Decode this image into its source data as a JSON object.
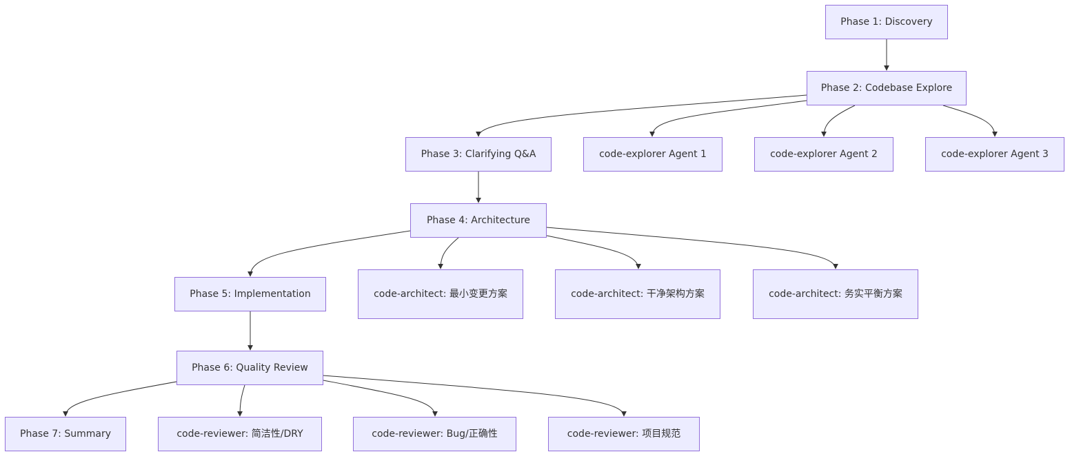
{
  "diagram": {
    "type": "flowchart",
    "colors": {
      "node_fill": "#ececff",
      "node_border": "#9370db",
      "edge": "#333333",
      "text": "#333333"
    },
    "nodes": {
      "p1": "Phase 1: Discovery",
      "p2": "Phase 2: Codebase Explore",
      "p3": "Phase 3: Clarifying Q&A",
      "ce1": "code-explorer Agent 1",
      "ce2": "code-explorer Agent 2",
      "ce3": "code-explorer Agent 3",
      "p4": "Phase 4: Architecture",
      "p5": "Phase 5: Implementation",
      "ca1": "code-architect: 最小变更方案",
      "ca2": "code-architect: 干净架构方案",
      "ca3": "code-architect: 务实平衡方案",
      "p6": "Phase 6: Quality Review",
      "p7": "Phase 7: Summary",
      "cr1": "code-reviewer: 简洁性/DRY",
      "cr2": "code-reviewer: Bug/正确性",
      "cr3": "code-reviewer: 项目规范"
    },
    "edges": [
      [
        "p1",
        "p2"
      ],
      [
        "p2",
        "p3"
      ],
      [
        "p2",
        "ce1"
      ],
      [
        "p2",
        "ce2"
      ],
      [
        "p2",
        "ce3"
      ],
      [
        "p3",
        "p4"
      ],
      [
        "p4",
        "p5"
      ],
      [
        "p4",
        "ca1"
      ],
      [
        "p4",
        "ca2"
      ],
      [
        "p4",
        "ca3"
      ],
      [
        "p5",
        "p6"
      ],
      [
        "p6",
        "p7"
      ],
      [
        "p6",
        "cr1"
      ],
      [
        "p6",
        "cr2"
      ],
      [
        "p6",
        "cr3"
      ]
    ]
  }
}
